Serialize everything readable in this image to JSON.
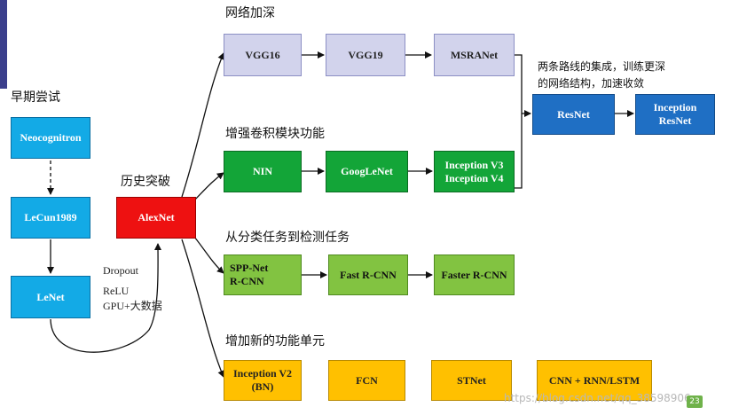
{
  "sections": {
    "deepen": "网络加深",
    "conv_module": "增强卷积模块功能",
    "classify_to_detect": "从分类任务到检测任务",
    "new_units": "增加新的功能单元",
    "early": "早期尝试",
    "breakthrough": "历史突破"
  },
  "merge_note": {
    "line1": "两条路线的集成，训练更深",
    "line2": "的网络结构，加速收敛"
  },
  "factors": [
    "Dropout",
    "ReLU",
    "GPU+大数据"
  ],
  "nodes": {
    "vgg16": "VGG16",
    "vgg19": "VGG19",
    "msranet": "MSRANet",
    "nin": "NIN",
    "googlenet": "GoogLeNet",
    "inception_v3": "Inception V3",
    "inception_v4": "Inception V4",
    "resnet": "ResNet",
    "inception_resnet_1": "Inception",
    "inception_resnet_2": "ResNet",
    "neocognitron": "Neocognitron",
    "lecun1989": "LeCun1989",
    "lenet": "LeNet",
    "alexnet": "AlexNet",
    "sppnet": "SPP-Net",
    "rcnn": "R-CNN",
    "fast_rcnn": "Fast R-CNN",
    "faster_rcnn": "Faster R-CNN",
    "inception_v2": "Inception V2",
    "bn": "(BN)",
    "fcn": "FCN",
    "stnet": "STNet",
    "cnn_rnn_lstm": "CNN + RNN/LSTM"
  },
  "watermark": "https://blog.csdn.net/qq_38598906",
  "page_number": "23"
}
